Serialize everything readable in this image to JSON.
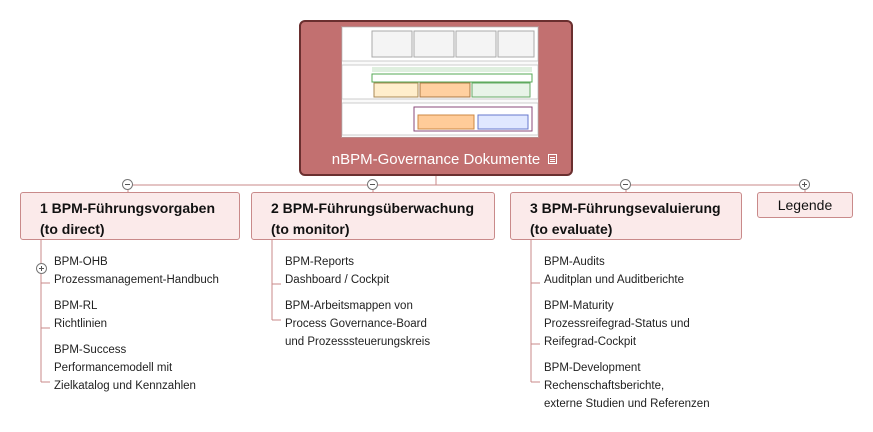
{
  "root": {
    "title": "nBPM-Governance Dokumente"
  },
  "branches": [
    {
      "line1": "1 BPM-Führungsvorgaben",
      "line2": "(to direct)",
      "items": [
        {
          "title": "BPM-OHB",
          "desc": "Prozessmanagement-Handbuch"
        },
        {
          "title": "BPM-RL",
          "desc": "Richtlinien"
        },
        {
          "title": "BPM-Success",
          "desc": "Performancemodell mit",
          "desc2": "Zielkatalog und Kennzahlen"
        }
      ]
    },
    {
      "line1": "2 BPM-Führungsüberwachung",
      "line2": "(to monitor)",
      "items": [
        {
          "title": "BPM-Reports",
          "desc": "Dashboard / Cockpit"
        },
        {
          "title": "BPM-Arbeitsmappen von",
          "desc": "Process Governance-Board",
          "desc2": "und Prozesssteuerungskreis"
        }
      ]
    },
    {
      "line1": "3 BPM-Führungsevaluierung",
      "line2": "(to evaluate)",
      "items": [
        {
          "title": "BPM-Audits",
          "desc": "Auditplan und Auditberichte"
        },
        {
          "title": "BPM-Maturity",
          "desc": "Prozessreifegrad-Status und",
          "desc2": "Reifegrad-Cockpit"
        },
        {
          "title": "BPM-Development",
          "desc": "Rechenschaftsberichte,",
          "desc2": "externe Studien und Referenzen"
        }
      ]
    },
    {
      "label": "Legende"
    }
  ],
  "colors": {
    "root_fill": "#c27070",
    "branch_fill": "#fbeaea",
    "line": "#c98a8a"
  }
}
